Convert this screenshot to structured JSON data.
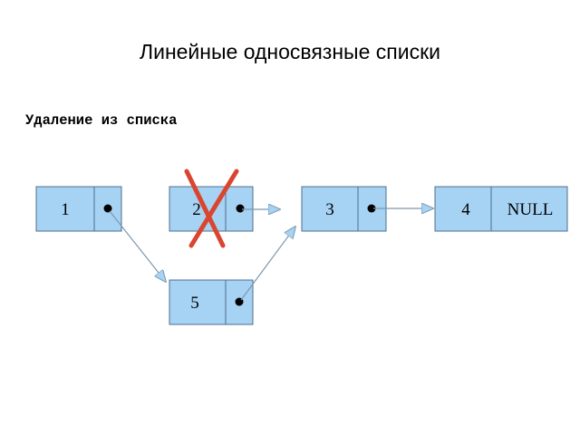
{
  "title": "Линейные односвязные списки",
  "subtitle": "Удаление из списка",
  "nodes": [
    {
      "id": "node-1",
      "value": "1",
      "next": "•"
    },
    {
      "id": "node-2",
      "value": "2",
      "next": "•",
      "deleted": true
    },
    {
      "id": "node-3",
      "value": "3",
      "next": "•"
    },
    {
      "id": "node-4",
      "value": "4",
      "next": "NULL"
    },
    {
      "id": "node-5",
      "value": "5",
      "next": "•"
    }
  ],
  "colors": {
    "node_fill": "#a6d2f4",
    "node_border": "#4f6f8c",
    "arrow": "#7f97ad",
    "arrow_head_fill": "#a6d2f4",
    "delete_mark": "#d9452e"
  }
}
